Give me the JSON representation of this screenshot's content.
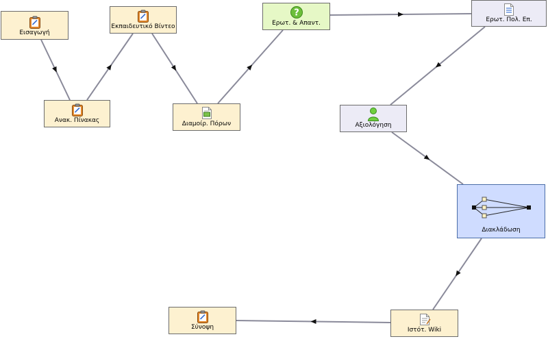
{
  "colors": {
    "activity_fill": "#fdf1d0",
    "activity_border": "#6b6b6b",
    "qa_fill": "#e6f8c6",
    "survey_fill": "#ecebf6",
    "branch_fill": "#cfdcff",
    "branch_border": "#4a6da8",
    "edge": "#8a8a9a",
    "arrow": "#111111"
  },
  "nodes": [
    {
      "id": "eisagogi",
      "label": "Εισαγωγή",
      "icon": "clipboard-icon",
      "kind": "activity"
    },
    {
      "id": "ekpaideytiko-vinteo",
      "label": "Εκπαιδευτικό Βίντεο",
      "icon": "clipboard-icon",
      "kind": "activity"
    },
    {
      "id": "anak-pinakas",
      "label": "Ανακ. Πίνακας",
      "icon": "clipboard-icon",
      "kind": "activity"
    },
    {
      "id": "diamoir-poron",
      "label": "Διαμοίρ. Πόρων",
      "icon": "resource-sharing-icon",
      "kind": "activity"
    },
    {
      "id": "erot-apant",
      "label": "Ερωτ. & Απαντ.",
      "icon": "question-icon",
      "kind": "qa"
    },
    {
      "id": "erot-pol-ep",
      "label": "Ερωτ. Πολ. Επ.",
      "icon": "quiz-list-icon",
      "kind": "survey"
    },
    {
      "id": "axiologisi",
      "label": "Αξιολόγηση",
      "icon": "person-icon",
      "kind": "survey"
    },
    {
      "id": "diaklados",
      "label": "Διακλάδωση",
      "icon": "branching-icon",
      "kind": "branch"
    },
    {
      "id": "istot-wiki",
      "label": "Ιστότ. Wiki",
      "icon": "wiki-page-icon",
      "kind": "activity"
    },
    {
      "id": "synopsi",
      "label": "Σύνοψη",
      "icon": "clipboard-icon",
      "kind": "activity"
    }
  ],
  "edges": [
    {
      "from": "eisagogi",
      "to": "anak-pinakas"
    },
    {
      "from": "anak-pinakas",
      "to": "ekpaideytiko-vinteo"
    },
    {
      "from": "ekpaideytiko-vinteo",
      "to": "diamoir-poron"
    },
    {
      "from": "diamoir-poron",
      "to": "erot-apant"
    },
    {
      "from": "erot-apant",
      "to": "erot-pol-ep"
    },
    {
      "from": "erot-pol-ep",
      "to": "axiologisi"
    },
    {
      "from": "axiologisi",
      "to": "diaklados"
    },
    {
      "from": "diaklados",
      "to": "istot-wiki"
    },
    {
      "from": "istot-wiki",
      "to": "synopsi"
    }
  ]
}
